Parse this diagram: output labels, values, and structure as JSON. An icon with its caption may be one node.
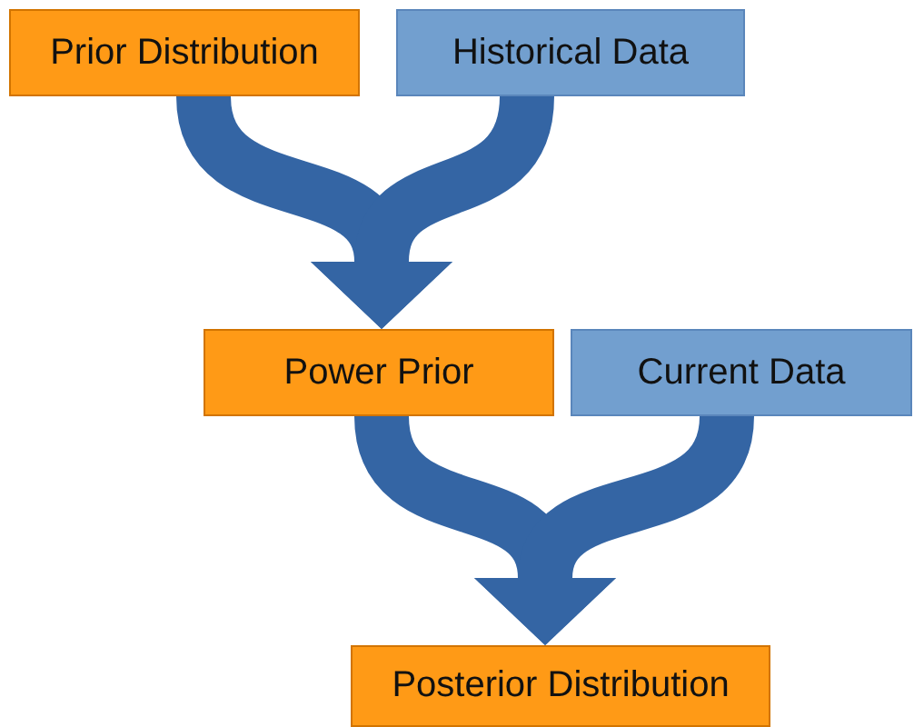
{
  "diagram": {
    "nodes": [
      {
        "text": [
          "Prior Distribution"
        ]
      },
      {
        "text": [
          "Historical Data"
        ]
      },
      {
        "text": [
          "Power Prior"
        ]
      },
      {
        "text": [
          "Current Data"
        ]
      },
      {
        "text": [
          "Posterior Distribution"
        ]
      }
    ],
    "edges": [
      {
        "from": 0,
        "to": 2,
        "arrow": "to"
      },
      {
        "from": 1,
        "to": 2,
        "arrow": "to"
      },
      {
        "from": 2,
        "to": 4,
        "arrow": "to"
      },
      {
        "from": 3,
        "to": 4,
        "arrow": "to"
      }
    ]
  }
}
